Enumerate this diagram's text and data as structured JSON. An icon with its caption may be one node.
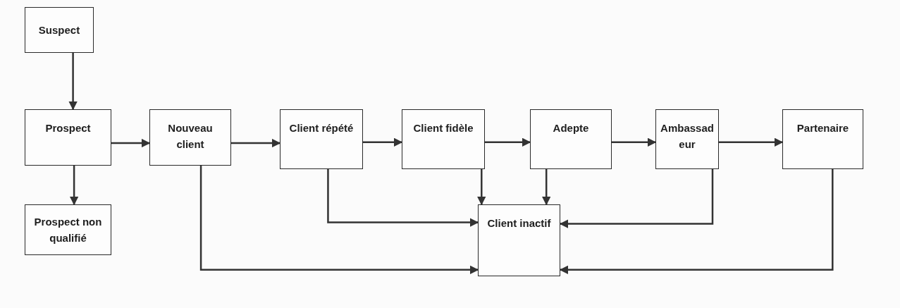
{
  "diagram": {
    "nodes": [
      {
        "text": [
          "Suspect"
        ]
      },
      {
        "text": [
          "Prospect"
        ]
      },
      {
        "text": [
          "Nouveau client"
        ]
      },
      {
        "text": [
          "Client répété"
        ]
      },
      {
        "text": [
          "Client fidèle"
        ]
      },
      {
        "text": [
          "Adepte"
        ]
      },
      {
        "text": [
          "Ambassadeur"
        ]
      },
      {
        "text": [
          "Partenaire"
        ]
      },
      {
        "text": [
          "Prospect non qualifié"
        ]
      },
      {
        "text": [
          "Client inactif"
        ]
      }
    ],
    "edges": [
      {
        "from": 0,
        "to": 1,
        "arrow": "to"
      },
      {
        "from": 1,
        "to": 2,
        "arrow": "to"
      },
      {
        "from": 2,
        "to": 3,
        "arrow": "to"
      },
      {
        "from": 3,
        "to": 4,
        "arrow": "to"
      },
      {
        "from": 4,
        "to": 5,
        "arrow": "to"
      },
      {
        "from": 5,
        "to": 6,
        "arrow": "to"
      },
      {
        "from": 6,
        "to": 7,
        "arrow": "to"
      },
      {
        "from": 1,
        "to": 8,
        "arrow": "to"
      },
      {
        "from": 2,
        "to": 9,
        "arrow": "to"
      },
      {
        "from": 3,
        "to": 9,
        "arrow": "to"
      },
      {
        "from": 4,
        "to": 9,
        "arrow": "to"
      },
      {
        "from": 5,
        "to": 9,
        "arrow": "to"
      },
      {
        "from": 6,
        "to": 9,
        "arrow": "to"
      },
      {
        "from": 7,
        "to": 9,
        "arrow": "to"
      }
    ]
  }
}
